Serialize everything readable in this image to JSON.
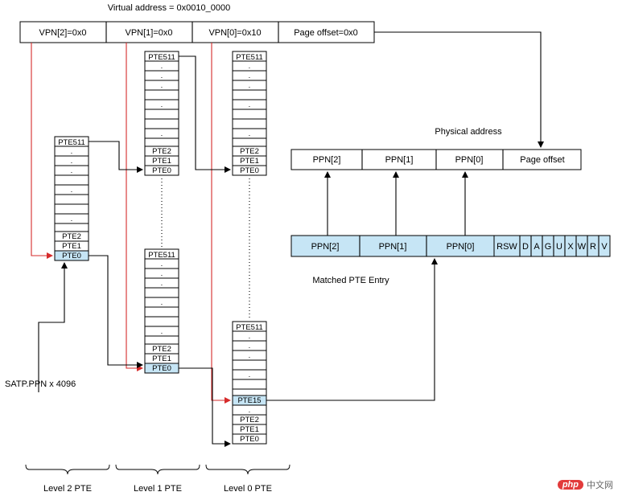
{
  "title": "Virtual address = 0x0010_0000",
  "virtual_address": {
    "fields": [
      "VPN[2]=0x0",
      "VPN[1]=0x0",
      "VPN[0]=0x10",
      "Page offset=0x0"
    ]
  },
  "physical_address": {
    "label": "Physical address",
    "fields": [
      "PPN[2]",
      "PPN[1]",
      "PPN[0]",
      "Page offset"
    ]
  },
  "pte_entry": {
    "label": "Matched PTE Entry",
    "fields": [
      "PPN[2]",
      "PPN[1]",
      "PPN[0]",
      "RSW",
      "D",
      "A",
      "G",
      "U",
      "X",
      "W",
      "R",
      "V"
    ]
  },
  "table_labels": {
    "pte511": "PTE511",
    "pte2": "PTE2",
    "pte1": "PTE1",
    "pte0": "PTE0",
    "pte15": "PTE15",
    "dot": "."
  },
  "satp_label": "SATP.PPN x 4096",
  "levels": [
    "Level 2 PTE",
    "Level 1 PTE",
    "Level 0 PTE"
  ],
  "watermark": {
    "logo": "php",
    "text": "中文网"
  },
  "colors": {
    "highlight": "#c6e5f5",
    "red_arrow": "#d62b2b"
  }
}
